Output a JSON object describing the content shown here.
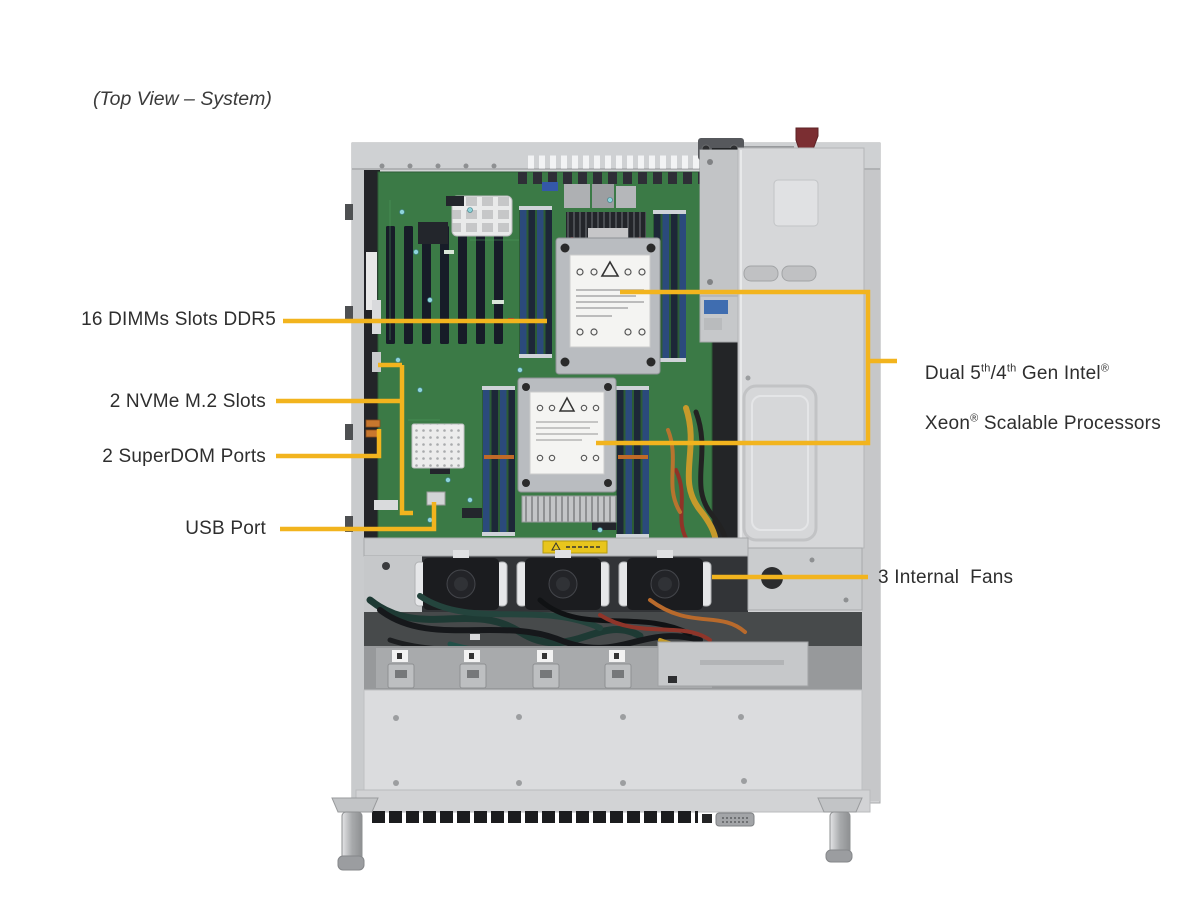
{
  "title": "(Top View – System)",
  "colors": {
    "callout_yellow": "#F2B41E",
    "label_text": "#2E2E2E",
    "board_green": "#3B7A46",
    "chassis_gray": "#D2D3D5"
  },
  "callouts": {
    "dimms": {
      "label": "16 DIMMs Slots DDR5"
    },
    "nvme": {
      "label": "2 NVMe M.2 Slots"
    },
    "superdom": {
      "label": "2 SuperDOM Ports"
    },
    "usb": {
      "label": "USB Port"
    },
    "fans": {
      "label": "3 Internal  Fans"
    },
    "processors": {
      "l1a": "Dual 5",
      "l1s1": "th",
      "l1b": "/4",
      "l1s2": "th",
      "l1c": " Gen Intel",
      "l1s3": "®",
      "l2a": "Xeon",
      "l2s1": "®",
      "l2b": " Scalable Processors"
    }
  },
  "figure": {
    "subject": "Server chassis top view: motherboard with dual CPU heatsinks, 16 DIMM slots, PCIe slots, riser bracket, 3 internal fans, cabling, drive bays and front panel"
  }
}
